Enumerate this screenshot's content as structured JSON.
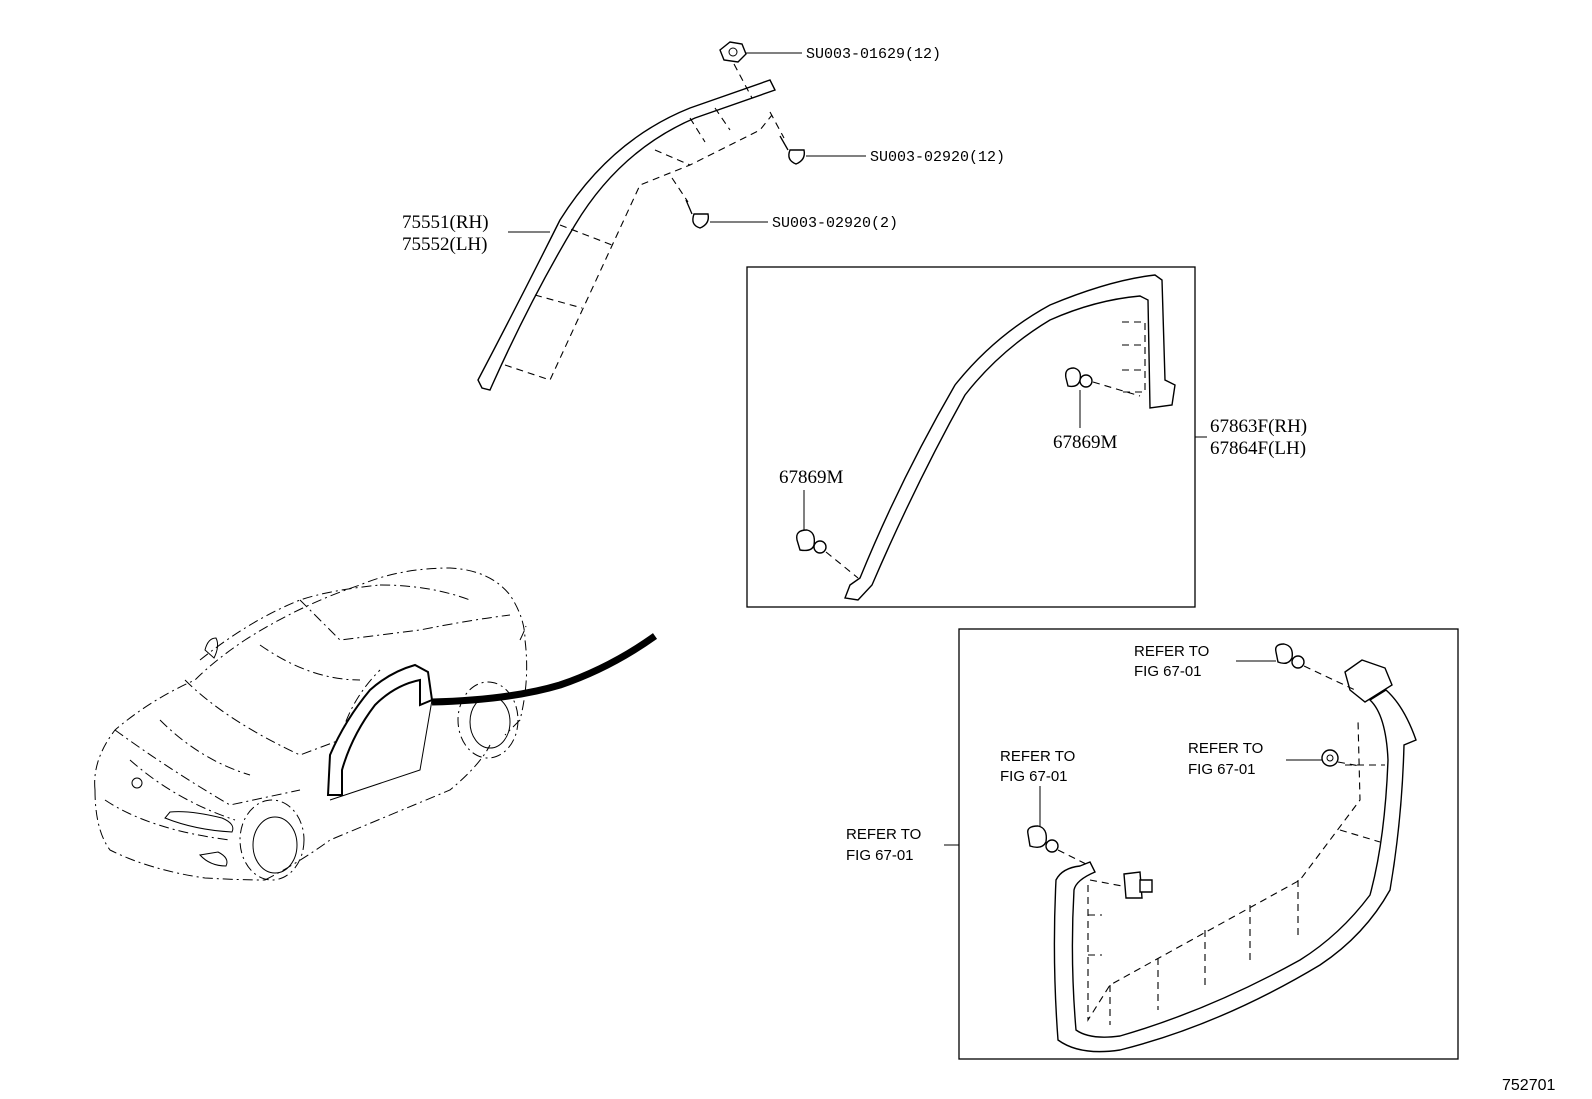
{
  "labels": {
    "nut_top": "SU003-01629(12)",
    "screw_right": "SU003-02920(12)",
    "screw_mid": "SU003-02920(2)",
    "molding_rh": "75551(RH)",
    "molding_lh": "75552(LH)",
    "clip_upper": "67869M",
    "clip_left": "67869M",
    "weather_rh": "67863F(RH)",
    "weather_lh": "67864F(LH)",
    "refer_1_line1": "REFER TO",
    "refer_1_line2": "FIG 67-01",
    "refer_2_line1": "REFER TO",
    "refer_2_line2": "FIG 67-01",
    "refer_3_line1": "REFER TO",
    "refer_3_line2": "FIG 67-01",
    "refer_4_line1": "REFER TO",
    "refer_4_line2": "FIG 67-01",
    "figure_id": "752701"
  },
  "icons": [
    "flange-nut-icon",
    "screw-icon",
    "clip-icon",
    "car-outline-icon",
    "door-weatherstrip-icon",
    "roof-molding-icon"
  ]
}
